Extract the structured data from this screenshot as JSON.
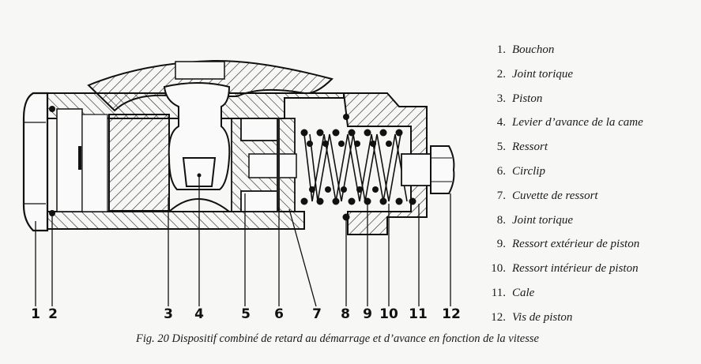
{
  "figure": {
    "caption": "Fig. 20 Dispositif combiné de retard au démarrage et d’avance en fonction de la vitesse"
  },
  "legend": [
    {
      "number": "1.",
      "label": "Bouchon"
    },
    {
      "number": "2.",
      "label": "Joint torique"
    },
    {
      "number": "3.",
      "label": "Piston"
    },
    {
      "number": "4.",
      "label": "Levier d’avance de la came"
    },
    {
      "number": "5.",
      "label": "Ressort"
    },
    {
      "number": "6.",
      "label": "Circlip"
    },
    {
      "number": "7.",
      "label": "Cuvette de ressort"
    },
    {
      "number": "8.",
      "label": "Joint torique"
    },
    {
      "number": "9.",
      "label": "Ressort extérieur de piston"
    },
    {
      "number": "10.",
      "label": "Ressort intérieur de piston"
    },
    {
      "number": "11.",
      "label": "Cale"
    },
    {
      "number": "12.",
      "label": "Vis de piston"
    }
  ],
  "callouts": [
    "1",
    "2",
    "3",
    "4",
    "5",
    "6",
    "7",
    "8",
    "9",
    "10",
    "11",
    "12"
  ]
}
